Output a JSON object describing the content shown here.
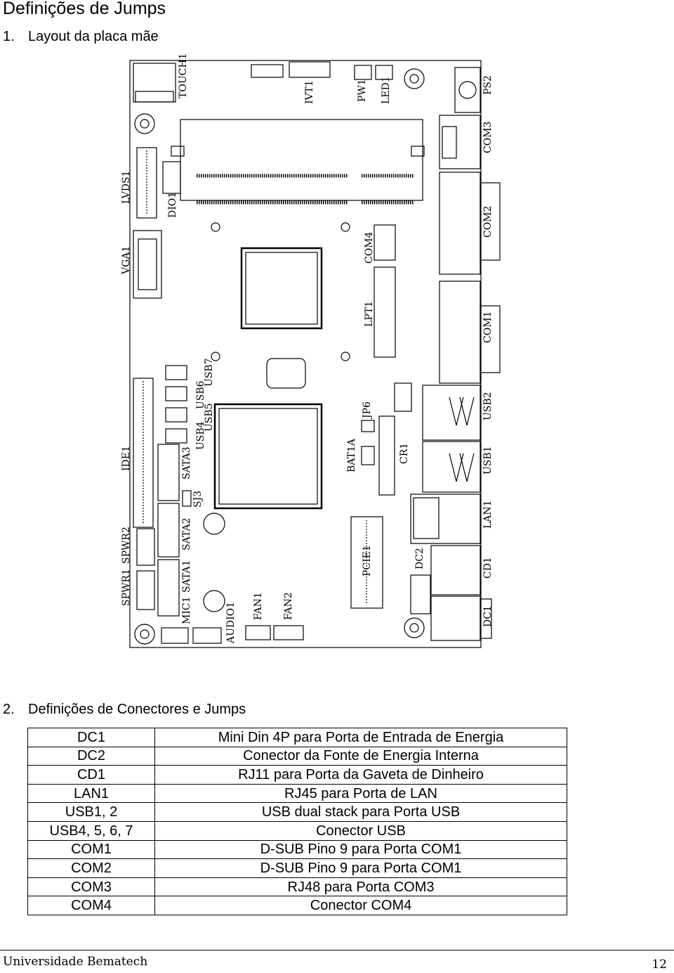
{
  "page_title": "Definições de Jumps",
  "section1": {
    "num": "1.",
    "label": "Layout da placa mãe"
  },
  "section2": {
    "num": "2.",
    "label": "Definições de Conectores e Jumps"
  },
  "board_labels": {
    "touch1": "TOUCH1",
    "ivt1": "IVT1",
    "pw1": "PW1",
    "led1": "LED1",
    "ps2": "PS2",
    "com3": "COM3",
    "lvds1": "LVDS1",
    "dio1": "DIO1",
    "com2": "COM2",
    "vga1": "VGA1",
    "com4": "COM4",
    "lpt1": "LPT1",
    "com1": "COM1",
    "usb7": "USB7",
    "usb6": "USB6",
    "usb5": "USB5",
    "usb4": "USB4",
    "jp6": "JP6",
    "usb2": "USB2",
    "ide1": "IDE1",
    "sata3": "SATA3",
    "bat1a": "BAT1A",
    "cr1": "CR1",
    "usb1": "USB1",
    "sj3": "SJ3",
    "lan1": "LAN1",
    "spwr2": "SPWR2",
    "sata2": "SATA2",
    "pcie1": "PCIE1",
    "dc2": "DC2",
    "cd1": "CD1",
    "spwr1": "SPWR1",
    "sata1": "SATA1",
    "mic1": "MIC1",
    "audio1": "AUDIO1",
    "fan1": "FAN1",
    "fan2": "FAN2",
    "dc1": "DC1"
  },
  "table_rows": [
    {
      "code": "DC1",
      "desc": "Mini Din 4P para Porta de Entrada de Energia"
    },
    {
      "code": "DC2",
      "desc": "Conector da Fonte de Energia Interna"
    },
    {
      "code": "CD1",
      "desc": "RJ11 para Porta da Gaveta de Dinheiro"
    },
    {
      "code": "LAN1",
      "desc": "RJ45 para Porta de LAN"
    },
    {
      "code": "USB1, 2",
      "desc": "USB dual stack para Porta USB"
    },
    {
      "code": "USB4, 5, 6, 7",
      "desc": "Conector USB"
    },
    {
      "code": "COM1",
      "desc": "D-SUB Pino 9 para Porta COM1"
    },
    {
      "code": "COM2",
      "desc": "D-SUB Pino 9 para Porta COM1"
    },
    {
      "code": "COM3",
      "desc": "RJ48 para Porta COM3"
    },
    {
      "code": "COM4",
      "desc": "Conector COM4"
    }
  ],
  "footer": {
    "left": "Universidade Bematech",
    "right": "12"
  }
}
